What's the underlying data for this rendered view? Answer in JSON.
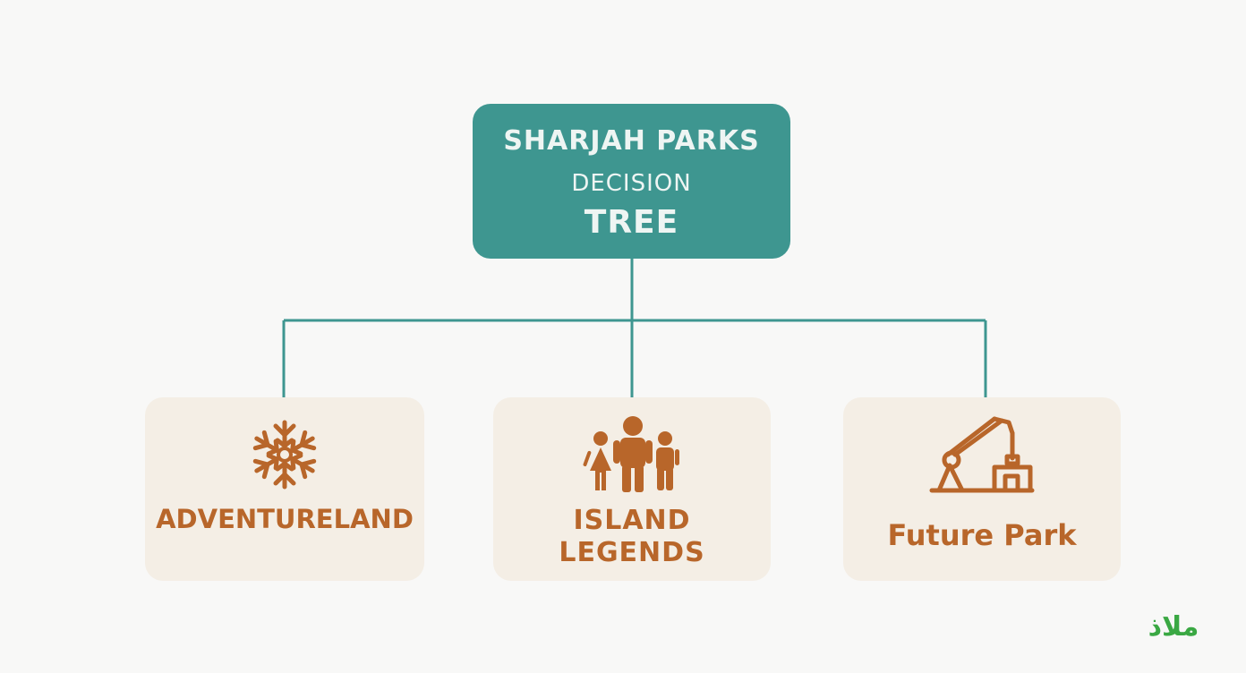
{
  "root": {
    "line1": "SHARJAH PARKS",
    "line2": "DECISION",
    "line3": "TREE"
  },
  "children": [
    {
      "label": "ADVENTURELAND",
      "icon": "snowflake-icon"
    },
    {
      "label_lines": [
        "ISLAND",
        "LEGENDS"
      ],
      "icon": "family-icon"
    },
    {
      "label": "Future Park",
      "icon": "crane-icon"
    }
  ],
  "logo": {
    "text": "ملاذ"
  },
  "colors": {
    "root_fill": "#3e9690",
    "connector": "#3e9690",
    "child_fill": "#f4eee5",
    "accent": "#b8662a",
    "logo": "#3aa843",
    "background": "#f8f8f7"
  }
}
